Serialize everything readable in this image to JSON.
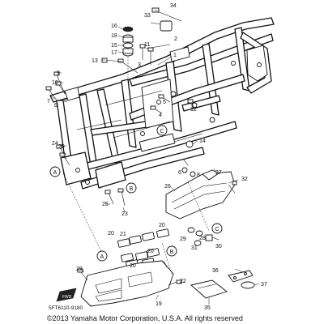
{
  "diagram": {
    "callouts": [
      "1",
      "2",
      "3",
      "4",
      "5",
      "6",
      "7",
      "8",
      "9",
      "10",
      "11",
      "12",
      "13",
      "14",
      "15",
      "16",
      "17",
      "18",
      "19",
      "20",
      "21",
      "22",
      "23",
      "24",
      "25",
      "26",
      "27",
      "28",
      "29",
      "30",
      "31",
      "32",
      "33",
      "34",
      "35",
      "36",
      "37"
    ],
    "reference_letters": [
      "A",
      "B",
      "C"
    ],
    "part_code": "5FT6110-9180",
    "copyright": "©2013 Yamaha Motor Corporation, U.S.A. All rights reserved"
  }
}
